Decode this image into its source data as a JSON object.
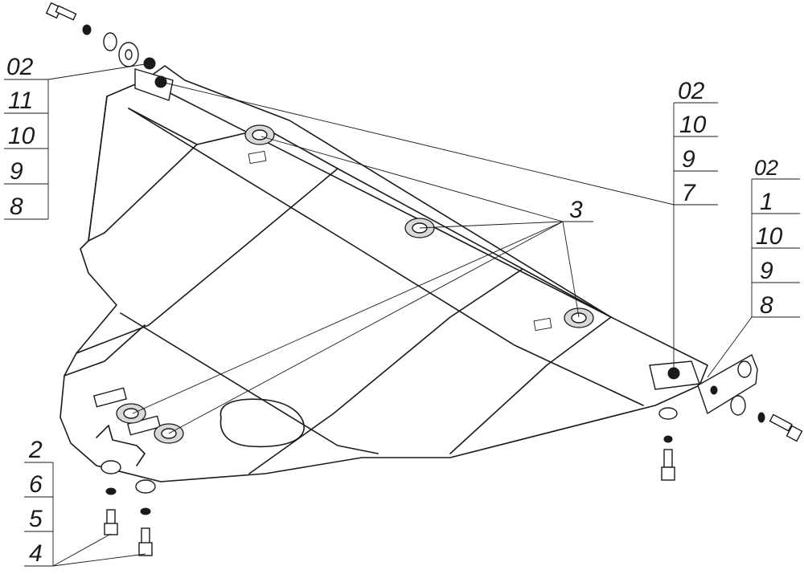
{
  "callouts": {
    "left_top": [
      "02",
      "11",
      "10",
      "9",
      "8"
    ],
    "right_mid": [
      "02",
      "10",
      "9",
      "7"
    ],
    "right_far": [
      "02",
      "1",
      "10",
      "9",
      "8"
    ],
    "bottom_left": [
      "2",
      "6",
      "5",
      "4"
    ],
    "center": "3"
  },
  "icons": {
    "bolt": "bolt-icon",
    "washer": "washer-icon",
    "nut": "nut-icon"
  },
  "colors": {
    "line": "#1a1a1a",
    "background": "#ffffff"
  }
}
